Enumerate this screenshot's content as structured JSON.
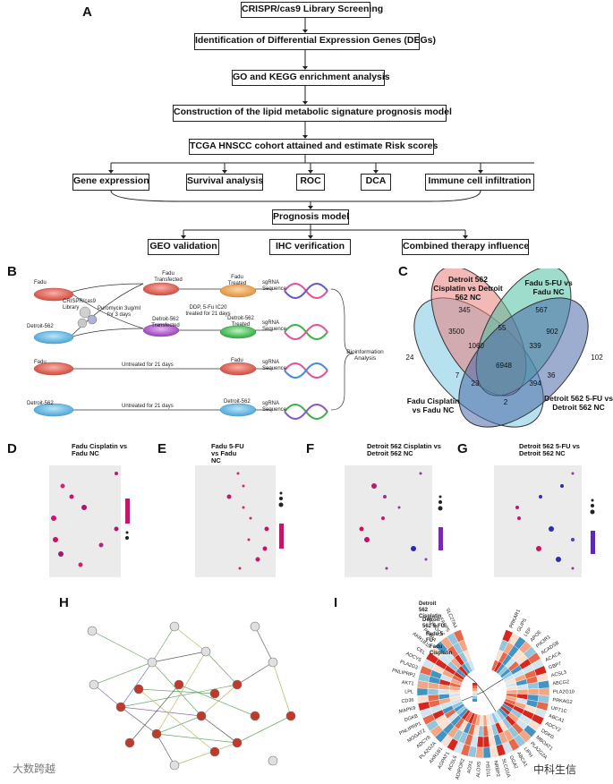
{
  "panels": {
    "A": "A",
    "B": "B",
    "C": "C",
    "D": "D",
    "E": "E",
    "F": "F",
    "G": "G",
    "H": "H",
    "I": "I"
  },
  "flow": {
    "step1": "CRISPR/cas9 Library Screening",
    "step2": "Identification of Differential Expression Genes (DEGs)",
    "step3": "GO and KEGG enrichment analysis",
    "step4": "Construction of the lipid metabolic signature prognosis model",
    "step5": "TCGA HNSCC cohort attained and estimate Risk scores",
    "branches": [
      "Gene expression",
      "Survival analysis",
      "ROC",
      "DCA",
      "Immune cell infiltration"
    ],
    "model": "Prognosis model",
    "outcomes": [
      "GEO validation",
      "IHC verification",
      "Combined therapy influence"
    ]
  },
  "workflow_b": {
    "fadu": "Fadu",
    "detroit": "Detroit-562",
    "library": "CRISPR/cas9 Library",
    "puromycin": "Puromycin 3ug/ml for 3 days",
    "fadu_transfected": "Fadu Transfected",
    "detroit_transfected": "Detroit-562 Transfected",
    "ddp": "DDP, 5-Fu IC20 treated for 21 days",
    "fadu_treated": "Fadu Treated",
    "detroit_treated": "Detroit-562 Treated",
    "sgrna": "sgRNA Sequence",
    "untreated": "Untreated for 21 days",
    "bioinfo": "Bioinformation Analysis"
  },
  "venn": {
    "set1": "Detroit 562 Cisplatin vs Detroit 562 NC",
    "set2": "Fadu 5-FU vs Fadu NC",
    "set3": "Fadu Cisplatin vs Fadu NC",
    "set4": "Detroit 562 5-FU vs Detroit 562 NC",
    "counts": [
      "345",
      "567",
      "3500",
      "55",
      "902",
      "24",
      "1060",
      "339",
      "102",
      "6948",
      "7",
      "36",
      "23",
      "394",
      "2"
    ]
  },
  "dotplots": [
    {
      "title": "Fadu Cisplatin vs Fadu NC"
    },
    {
      "title": "Fadu 5-FU vs Fadu NC"
    },
    {
      "title": "Detroit 562 Cisplatin vs Detroit 562 NC"
    },
    {
      "title": "Detroit 562 5-FU vs Detroit 562 NC"
    }
  ],
  "heatmap": {
    "rings": [
      "Detroit 562 Cisplatin",
      "Detroit 562 5-FU",
      "Fadu 5-FU",
      "Fadu Cisplatin"
    ],
    "genes_right": [
      "PRKAR1",
      "GLIPS",
      "LEP",
      "APOE",
      "PIK3R1",
      "ACADSB",
      "ACACA",
      "GBP7",
      "ACSL3",
      "ABCG2",
      "PLA2G10",
      "PRKAG2",
      "UPT1C",
      "ABCA1",
      "ADCY2",
      "DGKG",
      "MBOAT1",
      "PLA2G2A",
      "LIPH",
      "ABCA1",
      "GGA2",
      "SLCO1A",
      "NRBP2",
      "HSD11"
    ],
    "genes_left": [
      "ALOX5",
      "AOX1",
      "ADIPOR2",
      "ACSL6",
      "AGPAT1",
      "AKR1B1",
      "PLA2G2A",
      "ADCY8",
      "MOGAT2",
      "PNLIPRP1",
      "DGKB",
      "MAPK9",
      "CD36",
      "LPL",
      "AKT1",
      "PNLIPRP2",
      "PLA2G3",
      "ADCY5",
      "CEL",
      "AKR1B10",
      "PPARA",
      "ADIPOQ1",
      "FABP5",
      "SLC27A4"
    ]
  },
  "watermarks": {
    "left": "大数跨越",
    "right": "中科生信"
  },
  "colors": {
    "red_node": "#c0392b",
    "pink": "#e9a0a0",
    "teal": "#49b7a5",
    "blue": "#5a8fc8",
    "sky": "#7ac6e6"
  }
}
